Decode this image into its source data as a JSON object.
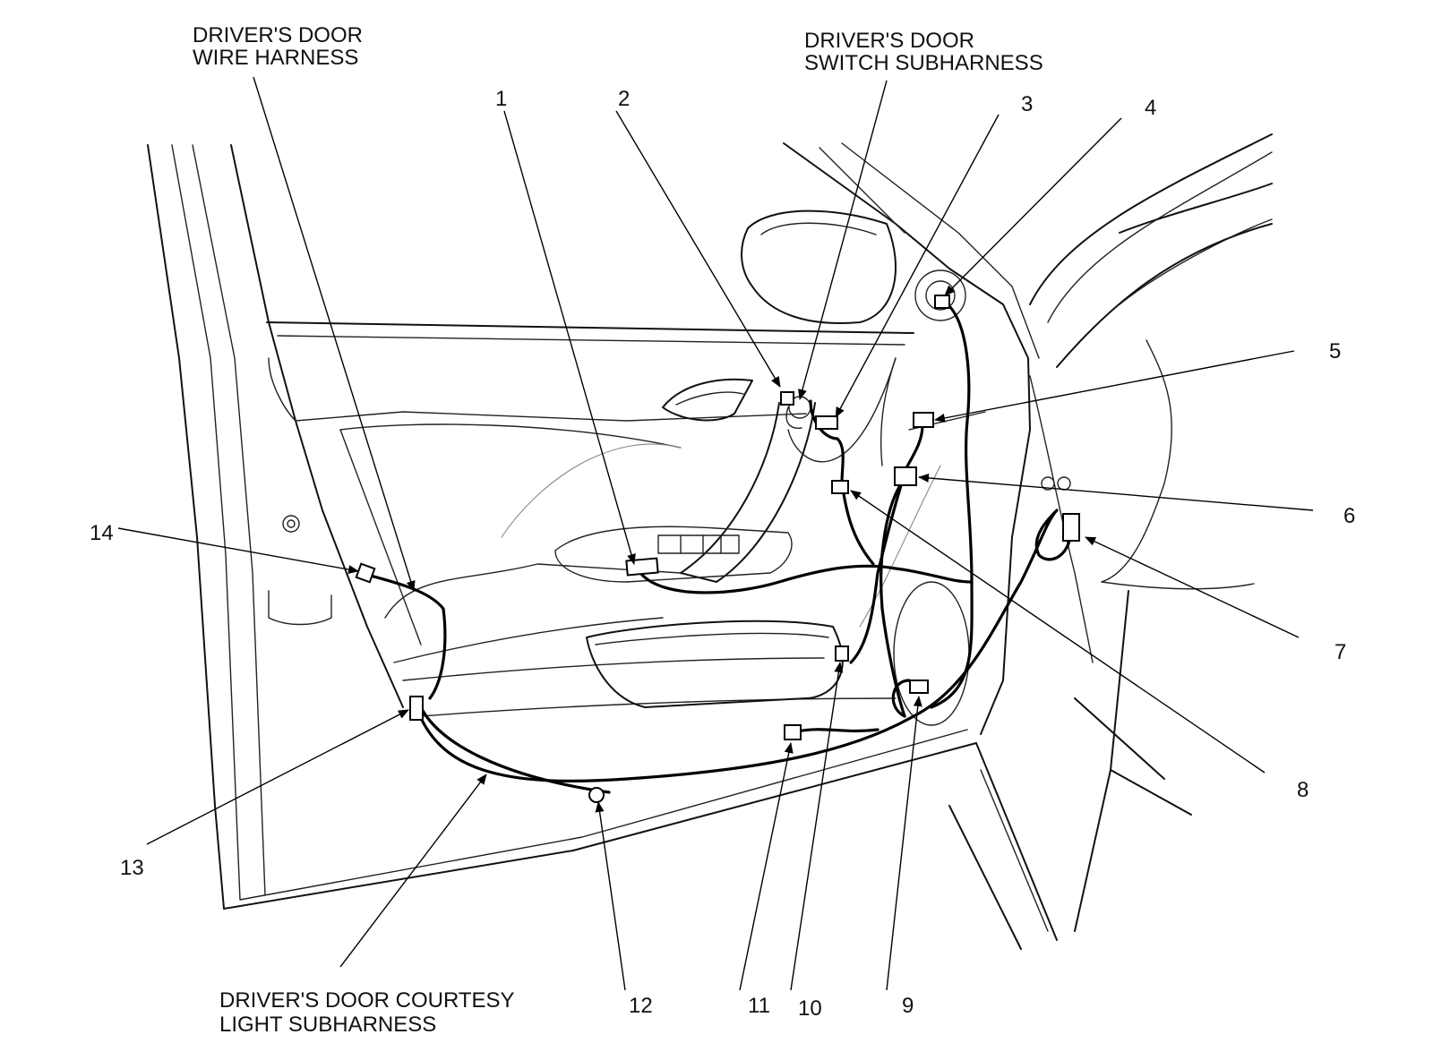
{
  "callouts": {
    "wire_harness": [
      "DRIVER'S DOOR",
      "WIRE HARNESS"
    ],
    "switch_subharness": [
      "DRIVER'S DOOR",
      "SWITCH SUBHARNESS"
    ],
    "courtesy_subharness": [
      "DRIVER'S DOOR COURTESY",
      "LIGHT SUBHARNESS"
    ]
  },
  "connector_numbers": [
    "1",
    "2",
    "3",
    "4",
    "5",
    "6",
    "7",
    "8",
    "9",
    "10",
    "11",
    "12",
    "13",
    "14"
  ]
}
